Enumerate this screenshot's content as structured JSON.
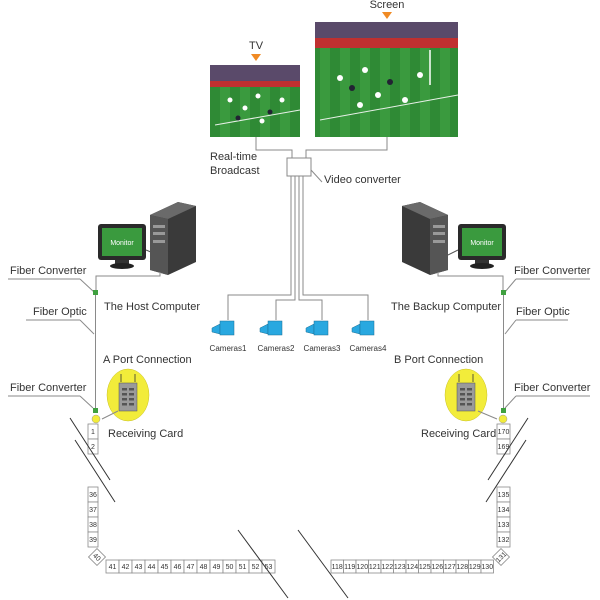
{
  "labels": {
    "tv": "TV",
    "screen": "Screen",
    "broadcast_line1": "Real-time",
    "broadcast_line2": "Broadcast",
    "video_converter": "Video converter",
    "host_computer": "The Host Computer",
    "backup_computer": "The Backup Computer",
    "fiber_converter": "Fiber Converter",
    "fiber_optic": "Fiber Optic",
    "port_a": "A Port Connection",
    "port_b": "B Port Connection",
    "receiving_card": "Receiving Card",
    "monitor": "Monitor"
  },
  "cameras": [
    "Cameras1",
    "Cameras2",
    "Cameras3",
    "Cameras4"
  ],
  "left_column_top": [
    "1",
    "2"
  ],
  "left_column_bottom": [
    "36",
    "37",
    "38",
    "39"
  ],
  "left_corner": "40",
  "bottom_left_row": [
    "41",
    "42",
    "43",
    "44",
    "45",
    "46",
    "47",
    "48",
    "49",
    "50",
    "51",
    "52",
    "53"
  ],
  "bottom_right_row": [
    "118",
    "119",
    "120",
    "121",
    "122",
    "123",
    "124",
    "125",
    "126",
    "127",
    "128",
    "129",
    "130"
  ],
  "right_corner": "131",
  "right_column_top": [
    "170",
    "169"
  ],
  "right_column_bottom": [
    "135",
    "134",
    "133",
    "132"
  ],
  "colors": {
    "camera": "#29a8e0",
    "arrow": "#f08a24",
    "fiber_node": "#3fa03f",
    "port_circle": "#f2ec3a",
    "grass": "#2f8a35",
    "line": "#8a8a8a"
  }
}
